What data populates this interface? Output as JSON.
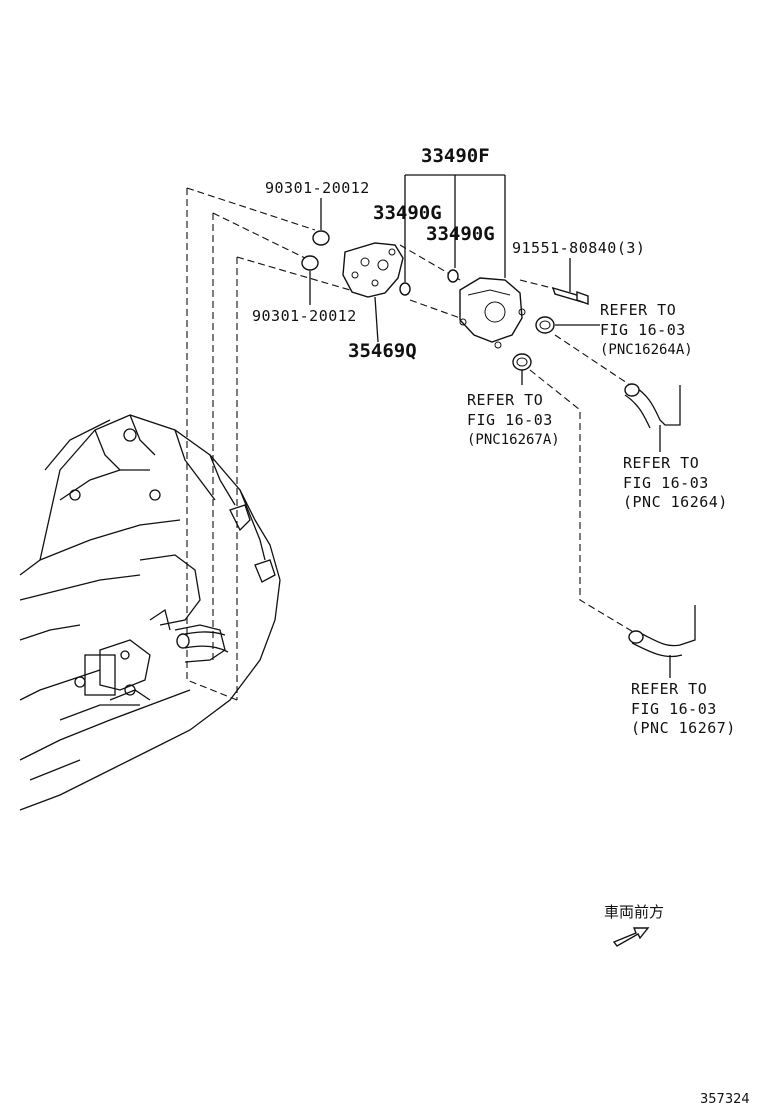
{
  "labels": {
    "p33490F": "33490F",
    "p33490G_a": "33490G",
    "p33490G_b": "33490G",
    "p90301_top": "90301-20012",
    "p90301_bottom": "90301-20012",
    "p91551": "91551-80840(3)",
    "p35469Q": "35469Q"
  },
  "refs": {
    "ref1": {
      "line1": "REFER TO",
      "line2": "FIG 16-03",
      "line3": "(PNC16264A)"
    },
    "ref2": {
      "line1": "REFER TO",
      "line2": "FIG 16-03",
      "line3": "(PNC16267A)"
    },
    "ref3": {
      "line1": "REFER TO",
      "line2": "FIG 16-03",
      "line3": "(PNC 16264)"
    },
    "ref4": {
      "line1": "REFER TO",
      "line2": "FIG 16-03",
      "line3": "(PNC 16267)"
    }
  },
  "direction": {
    "text": "車両前方"
  },
  "figure_number": "357324"
}
